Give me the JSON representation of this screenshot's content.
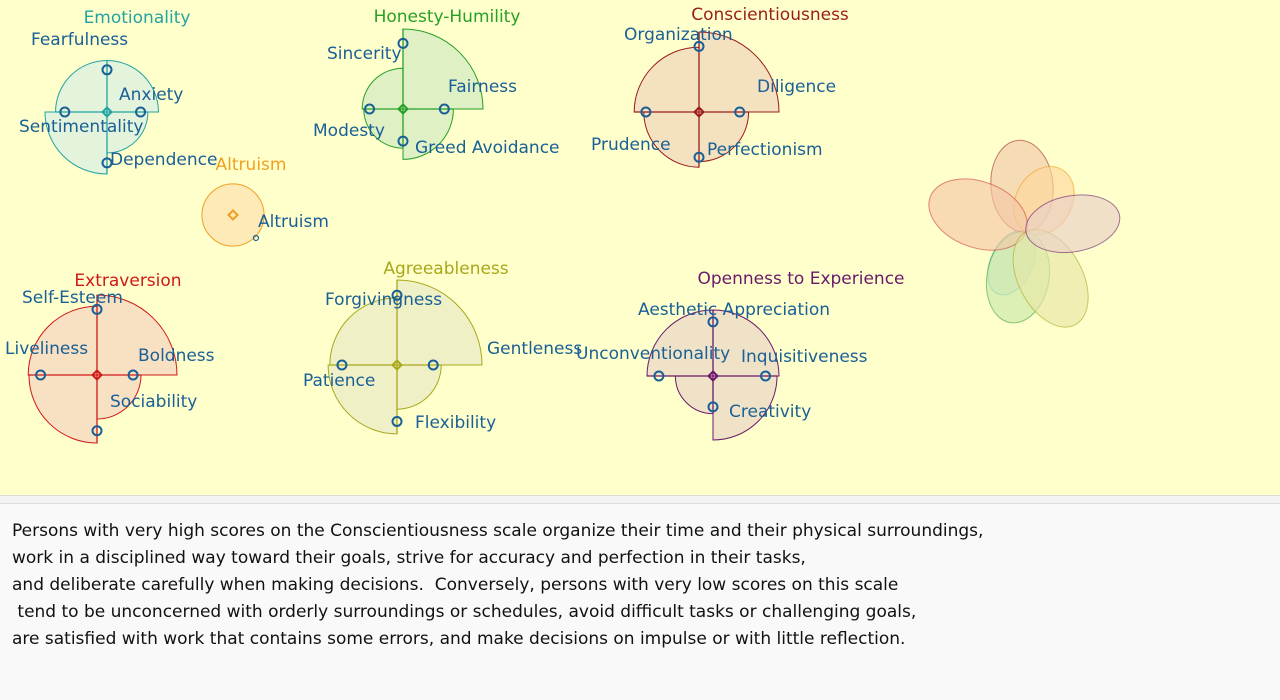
{
  "colors": {
    "canvas_bg": "#ffffcc",
    "label": "#1a6096"
  },
  "facets": [
    {
      "id": "emotionality",
      "title": "Emotionality",
      "color": "#23a3a3",
      "fill": "#e3f3dc",
      "traits": [
        "Fearfulness",
        "Anxiety",
        "Sentimentality",
        "Dependence"
      ],
      "levels": [
        0.83,
        0.66,
        0.83,
        1.0
      ]
    },
    {
      "id": "honesty-humility",
      "title": "Honesty-Humility",
      "color": "#27a027",
      "fill": "#dff0c4",
      "traits": [
        "Sincerity",
        "Fairness",
        "Modesty",
        "Greed Avoidance"
      ],
      "levels": [
        1.0,
        0.63,
        0.51,
        0.49
      ]
    },
    {
      "id": "conscientiousness",
      "title": "Conscientiousness",
      "color": "#9b1c1c",
      "fill": "#f4e1bf",
      "traits": [
        "Organization",
        "Diligence",
        "Prudence",
        "Perfectionism"
      ],
      "levels": [
        1.0,
        0.62,
        0.81,
        0.69
      ]
    },
    {
      "id": "altruism",
      "title": "Altruism",
      "color": "#f0a020",
      "fill": "#fdeab6",
      "traits": [
        "Altruism"
      ],
      "levels": [
        0.74
      ]
    },
    {
      "id": "extraversion",
      "title": "Extraversion",
      "color": "#d01818",
      "fill": "#f8e0c2",
      "traits": [
        "Self-Esteem",
        "Boldness",
        "Liveliness",
        "Sociability"
      ],
      "levels": [
        1.0,
        0.55,
        0.86,
        0.85
      ]
    },
    {
      "id": "agreeableness",
      "title": "Agreeableness",
      "color": "#a8a81c",
      "fill": "#f0f0c6",
      "traits": [
        "Forgivingness",
        "Gentleness",
        "Patience",
        "Flexibility"
      ],
      "levels": [
        1.0,
        0.52,
        0.79,
        0.81
      ]
    },
    {
      "id": "openness",
      "title": "Openness to Experience",
      "color": "#6a1a6a",
      "fill": "#efe2c7",
      "traits": [
        "Aesthetic Appreciation",
        "Inquisitiveness",
        "Unconventionality",
        "Creativity"
      ],
      "levels": [
        1.0,
        0.97,
        1.0,
        0.57
      ]
    }
  ],
  "flower": {
    "petals": [
      {
        "color": "#2eaaaa",
        "fill": "#cfe8d6"
      },
      {
        "color": "#3ca83c",
        "fill": "#c9e6a7"
      },
      {
        "color": "#a02a2a",
        "fill": "#efc9a8"
      },
      {
        "color": "#f0a020",
        "fill": "#fcd79c"
      },
      {
        "color": "#d03a3a",
        "fill": "#f5c8a6"
      },
      {
        "color": "#a8a81c",
        "fill": "#e7e6a8"
      },
      {
        "color": "#6a1a6a",
        "fill": "#ead0c6"
      }
    ]
  },
  "description": "Persons with very high scores on the Conscientiousness scale organize their time and their physical surroundings,\nwork in a disciplined way toward their goals, strive for accuracy and perfection in their tasks,\nand deliberate carefully when making decisions.  Conversely, persons with very low scores on this scale\n tend to be unconcerned with orderly surroundings or schedules, avoid difficult tasks or challenging goals,\nare satisfied with work that contains some errors, and make decisions on impulse or with little reflection."
}
